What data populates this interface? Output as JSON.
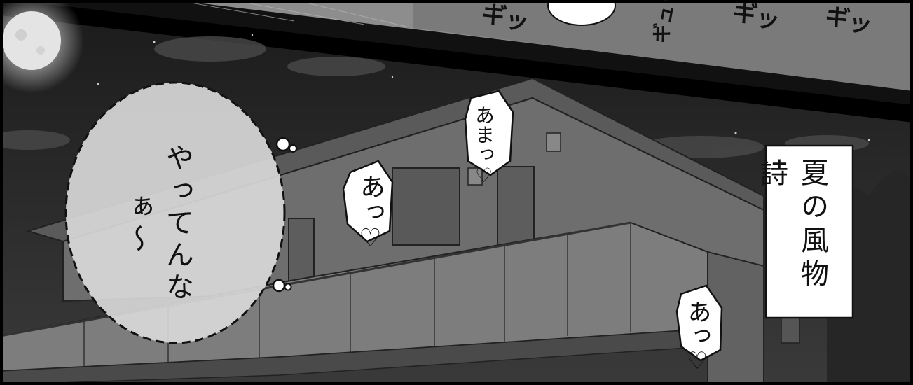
{
  "thought_bubble": {
    "text": "やってんなぁ〜"
  },
  "caption_box": {
    "text": "夏の風物詩"
  },
  "sfx": {
    "amaa": "あまっ♡",
    "a_left": "あっ♡",
    "a_right": "あっ♡",
    "gi1": "ギッ",
    "gi2": "ギッ",
    "gi3": "ギッ",
    "gi4": "ギュッ"
  },
  "colors": {
    "sky": "#2b2b2b",
    "building": "#6e6e6e",
    "moon": "#e4e4e4",
    "panel_border": "#000000"
  }
}
